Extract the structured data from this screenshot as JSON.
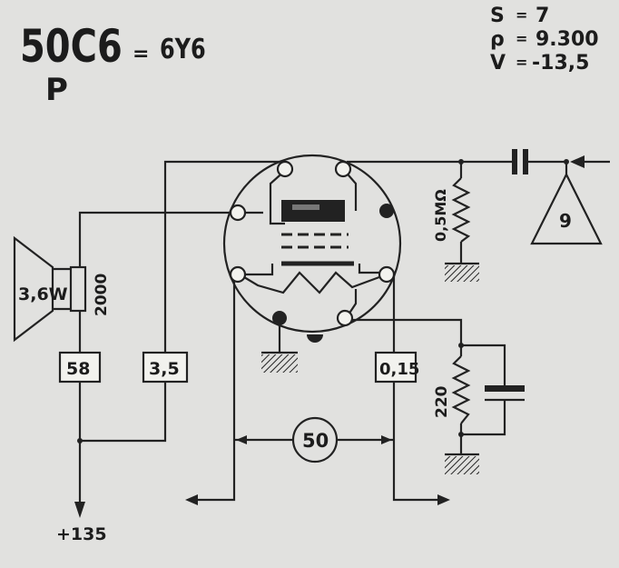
{
  "tube": {
    "name": "50C6",
    "equiv_sep": "=",
    "equiv": "6Y6",
    "type": "P"
  },
  "params": [
    {
      "sym": "S",
      "sep": "=",
      "val": "7"
    },
    {
      "sym": "ρ",
      "sep": "=",
      "val": "9.300"
    },
    {
      "sym": "V",
      "sep": "=",
      "val": "-13,5"
    }
  ],
  "labels": {
    "speaker": "3,6W",
    "transformer": "2000",
    "box_58": "58",
    "box_35": "3,5",
    "box_015": "0,15",
    "grid_resistor": "0,5MΩ",
    "cathode_resistor": "220",
    "input_stage": "9",
    "heater": "50",
    "supply": "+135"
  },
  "colors": {
    "ink": "#222222",
    "background": "#e1e1df",
    "box": "#f2f2ee"
  }
}
